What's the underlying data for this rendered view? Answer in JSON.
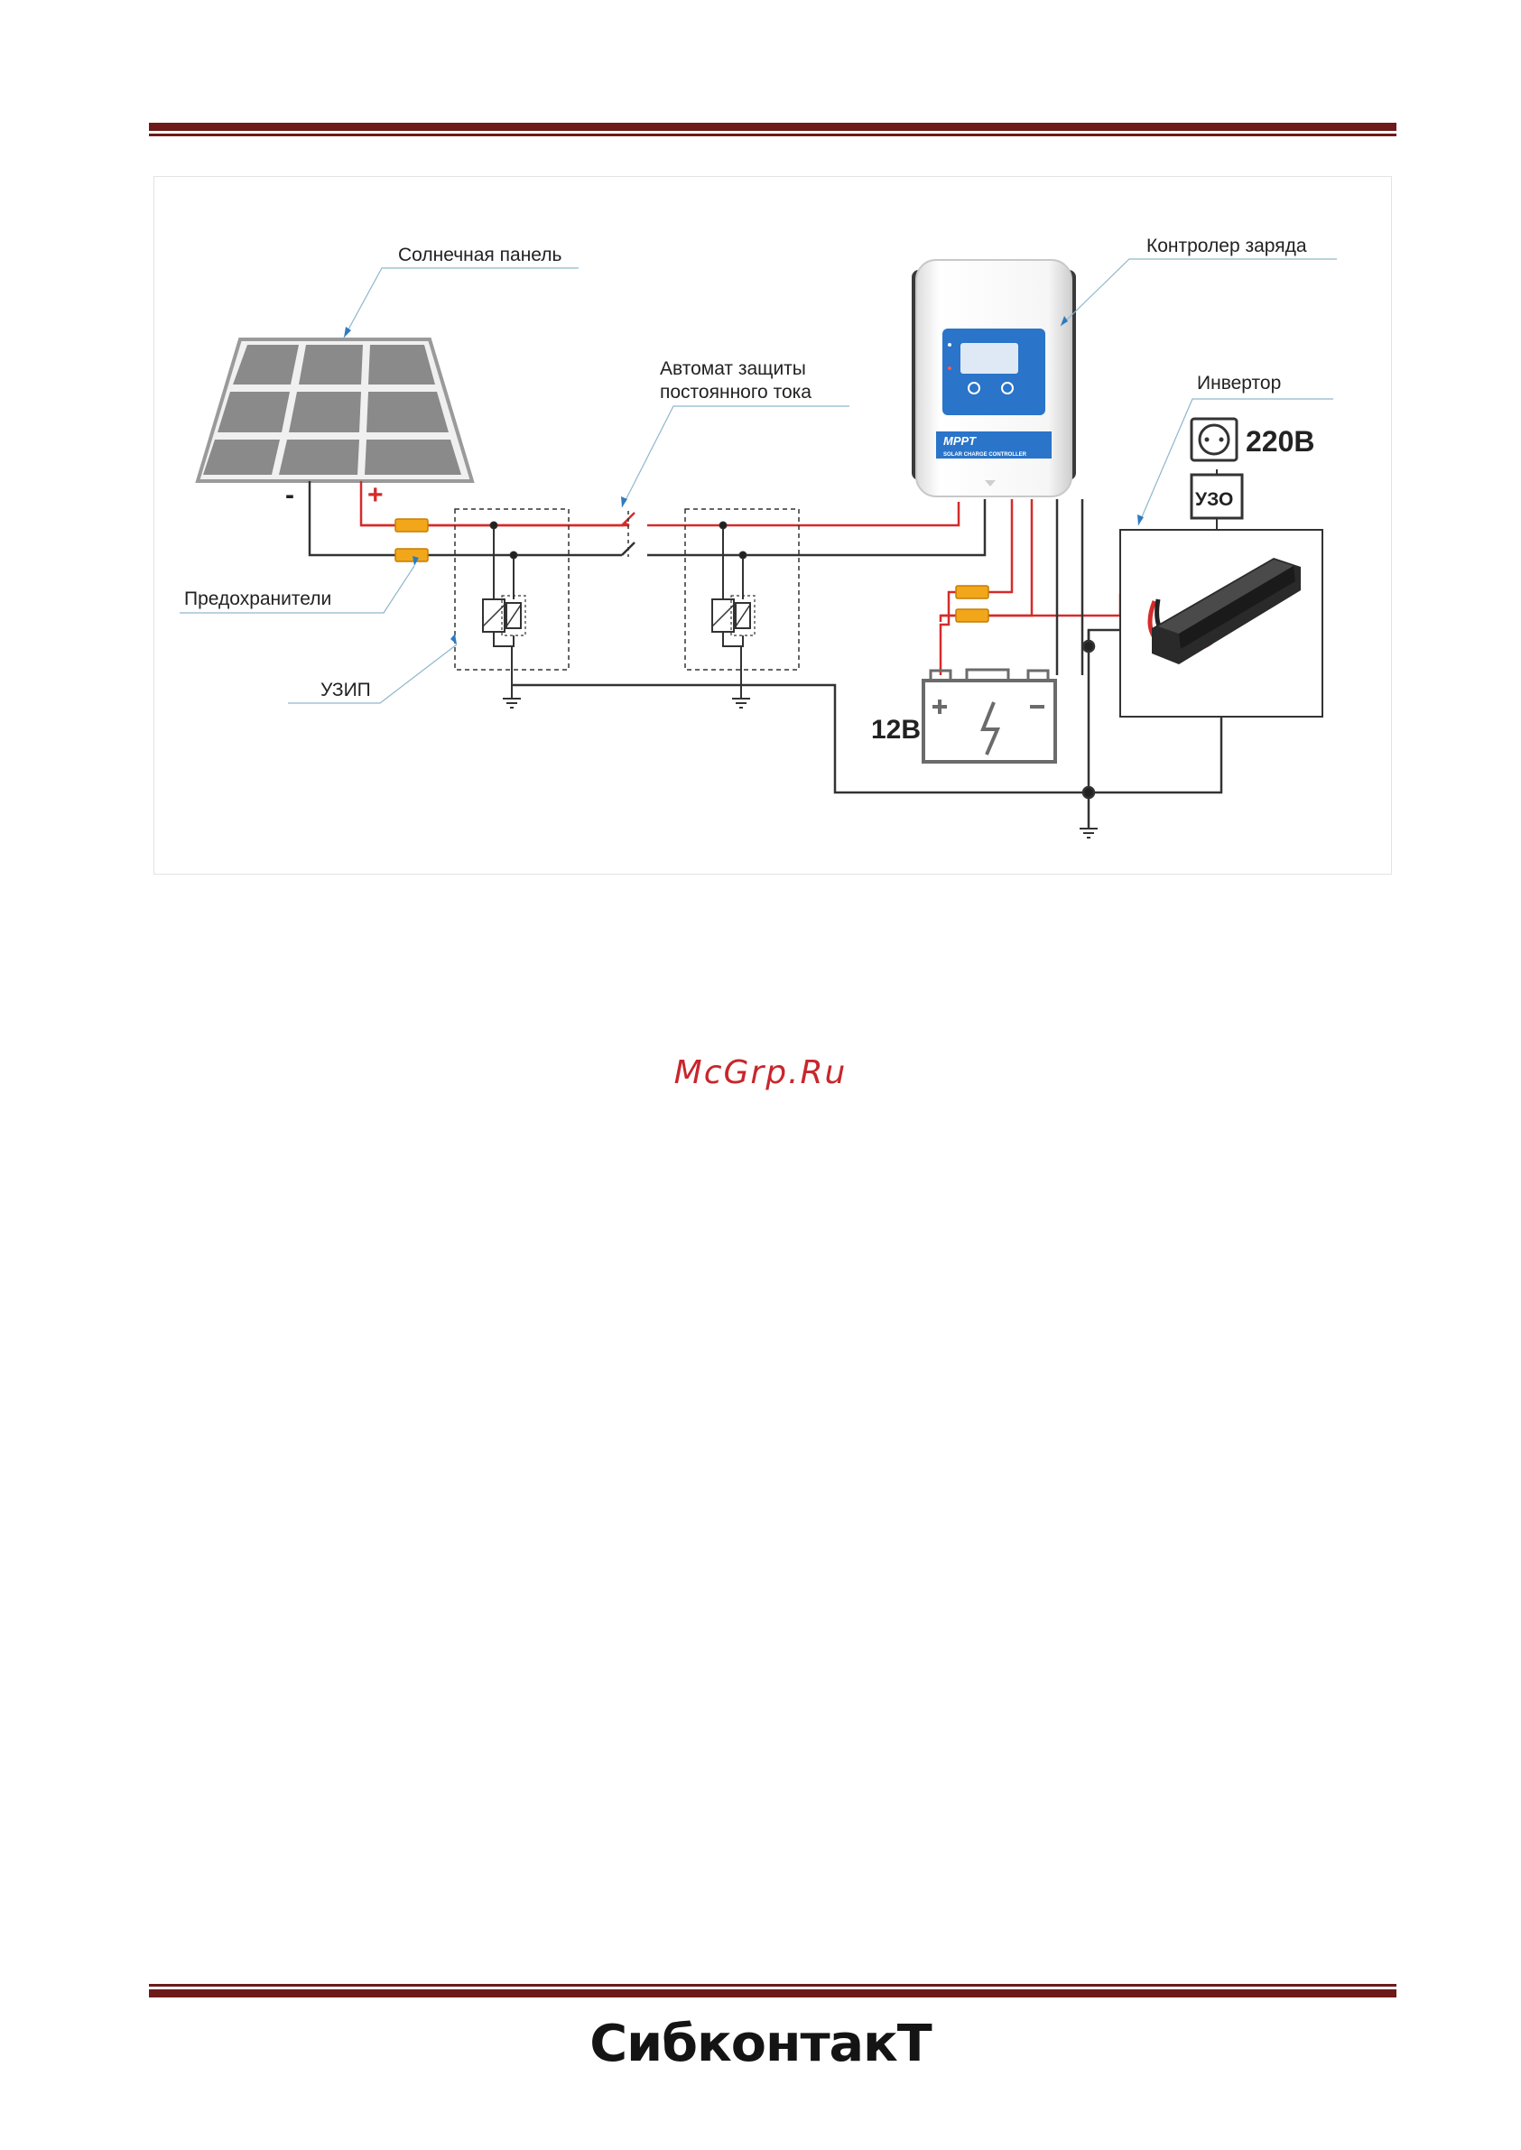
{
  "diagram": {
    "labels": {
      "solar_panel": "Солнечная панель",
      "charge_controller": "Контролер заряда",
      "dc_breaker_line1": "Автомат защиты",
      "dc_breaker_line2": "постоянного тока",
      "inverter": "Инвертор",
      "fuses": "Предохранители",
      "spd": "УЗИП",
      "rcd": "УЗО",
      "ac_voltage": "220В",
      "battery_voltage": "12В",
      "panel_plus": "+",
      "panel_minus": "-",
      "battery_plus": "+",
      "battery_minus": "−",
      "controller_brand": "MPPT",
      "controller_subtitle": "SOLAR CHARGE CONTROLLER"
    },
    "colors": {
      "positive_wire": "#d52b2b",
      "negative_wire": "#333333",
      "fuse": "#f2a71b",
      "panel_cell": "#8a8a8a",
      "controller_accent": "#2a74c9",
      "pointer": "#2e7bbf"
    }
  },
  "watermark": "McGrp.Ru",
  "footer": {
    "logo_text": "СибконтакТ"
  },
  "colors": {
    "header_rule": "#6e1a1a",
    "watermark": "#c8262c"
  }
}
